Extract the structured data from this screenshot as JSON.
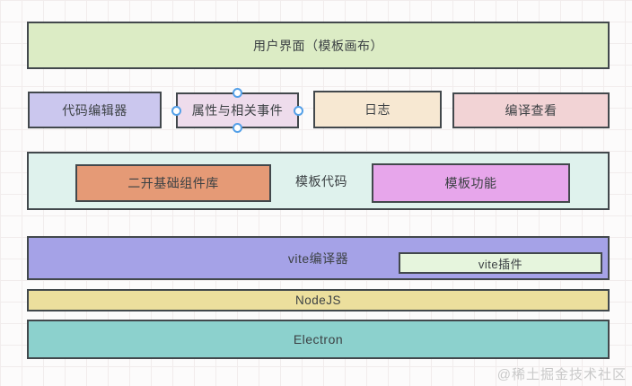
{
  "layers": {
    "user_interface": {
      "label": "用户界面（模板画布）"
    },
    "panels": [
      {
        "label": "代码编辑器"
      },
      {
        "label": "属性与相关事件",
        "selected": true
      },
      {
        "label": "日志"
      },
      {
        "label": "编译查看"
      }
    ],
    "template_code_group": {
      "label": "模板代码",
      "component_library": "二开基础组件库",
      "template_function": "模板功能"
    },
    "vite_compiler": {
      "label": "vite编译器"
    },
    "vite_plugin": {
      "label": "vite插件"
    },
    "nodejs": {
      "label": "NodeJS"
    },
    "electron": {
      "label": "Electron"
    }
  },
  "watermark": "@稀土掘金技术社区",
  "colors": {
    "user_interface_bg": "#dcecc5",
    "code_editor_bg": "#cbc7ee",
    "properties_events_bg": "#eedcec",
    "logs_bg": "#f7e8d2",
    "compile_view_bg": "#f2d3d5",
    "template_group_bg": "#dff2ed",
    "component_library_bg": "#e59a76",
    "template_function_bg": "#e7a6eb",
    "vite_compiler_bg": "#a5a2e7",
    "vite_plugin_bg": "#e6f5dd",
    "nodejs_bg": "#ecdf9d",
    "electron_bg": "#8cd1cd",
    "shape_border": "#42484c",
    "selection_handle": "#54a0e8",
    "watermark_text": "#c9c9c9"
  }
}
